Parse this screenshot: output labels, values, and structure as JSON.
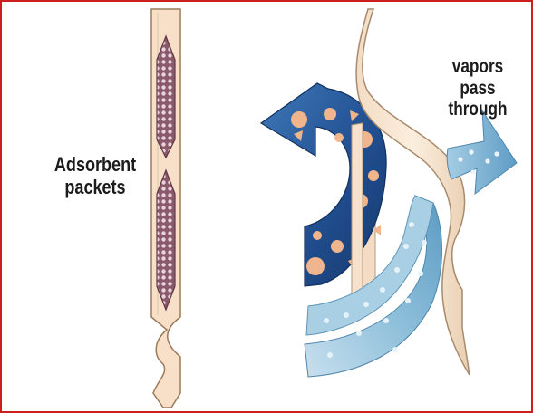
{
  "labels": {
    "adsorbent": [
      "Adsorbent",
      "packets"
    ],
    "vapors": [
      "vapors",
      "pass",
      "through"
    ]
  },
  "colors": {
    "border": "#cc1f1f",
    "strip_fill": "#f8e0c8",
    "strip_stroke": "#9a7a5a",
    "packet_fill": "#8a5a6a",
    "bead_fill": "#e8d4de",
    "dark_arrow": "#1f4f8f",
    "light_arrow": "#7fb4d2",
    "particle": "#f1b58e"
  }
}
